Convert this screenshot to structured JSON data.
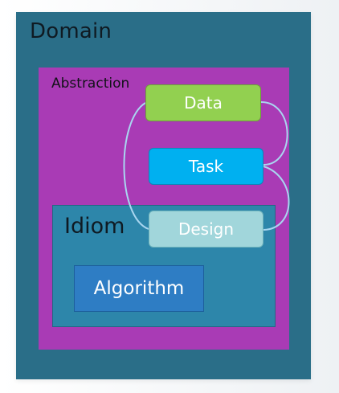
{
  "diagram": {
    "domain": {
      "label": "Domain"
    },
    "abstraction": {
      "label": "Abstraction"
    },
    "idiom": {
      "label": "Idiom"
    },
    "nodes": {
      "data": "Data",
      "task": "Task",
      "design": "Design",
      "algorithm": "Algorithm"
    },
    "colors": {
      "domain": "#2a6e88",
      "abstraction": "#a93bb5",
      "idiom": "#2d86aa",
      "data": "#92d050",
      "task": "#00b0f0",
      "design": "#a1d6db",
      "algorithm": "#2e7dc4",
      "connector": "#a9d6f0"
    },
    "connectors": [
      {
        "from": "Data",
        "to": "Task",
        "side": "right"
      },
      {
        "from": "Task",
        "to": "Design",
        "side": "right"
      },
      {
        "from": "Data",
        "to": "Design",
        "side": "left"
      }
    ]
  }
}
